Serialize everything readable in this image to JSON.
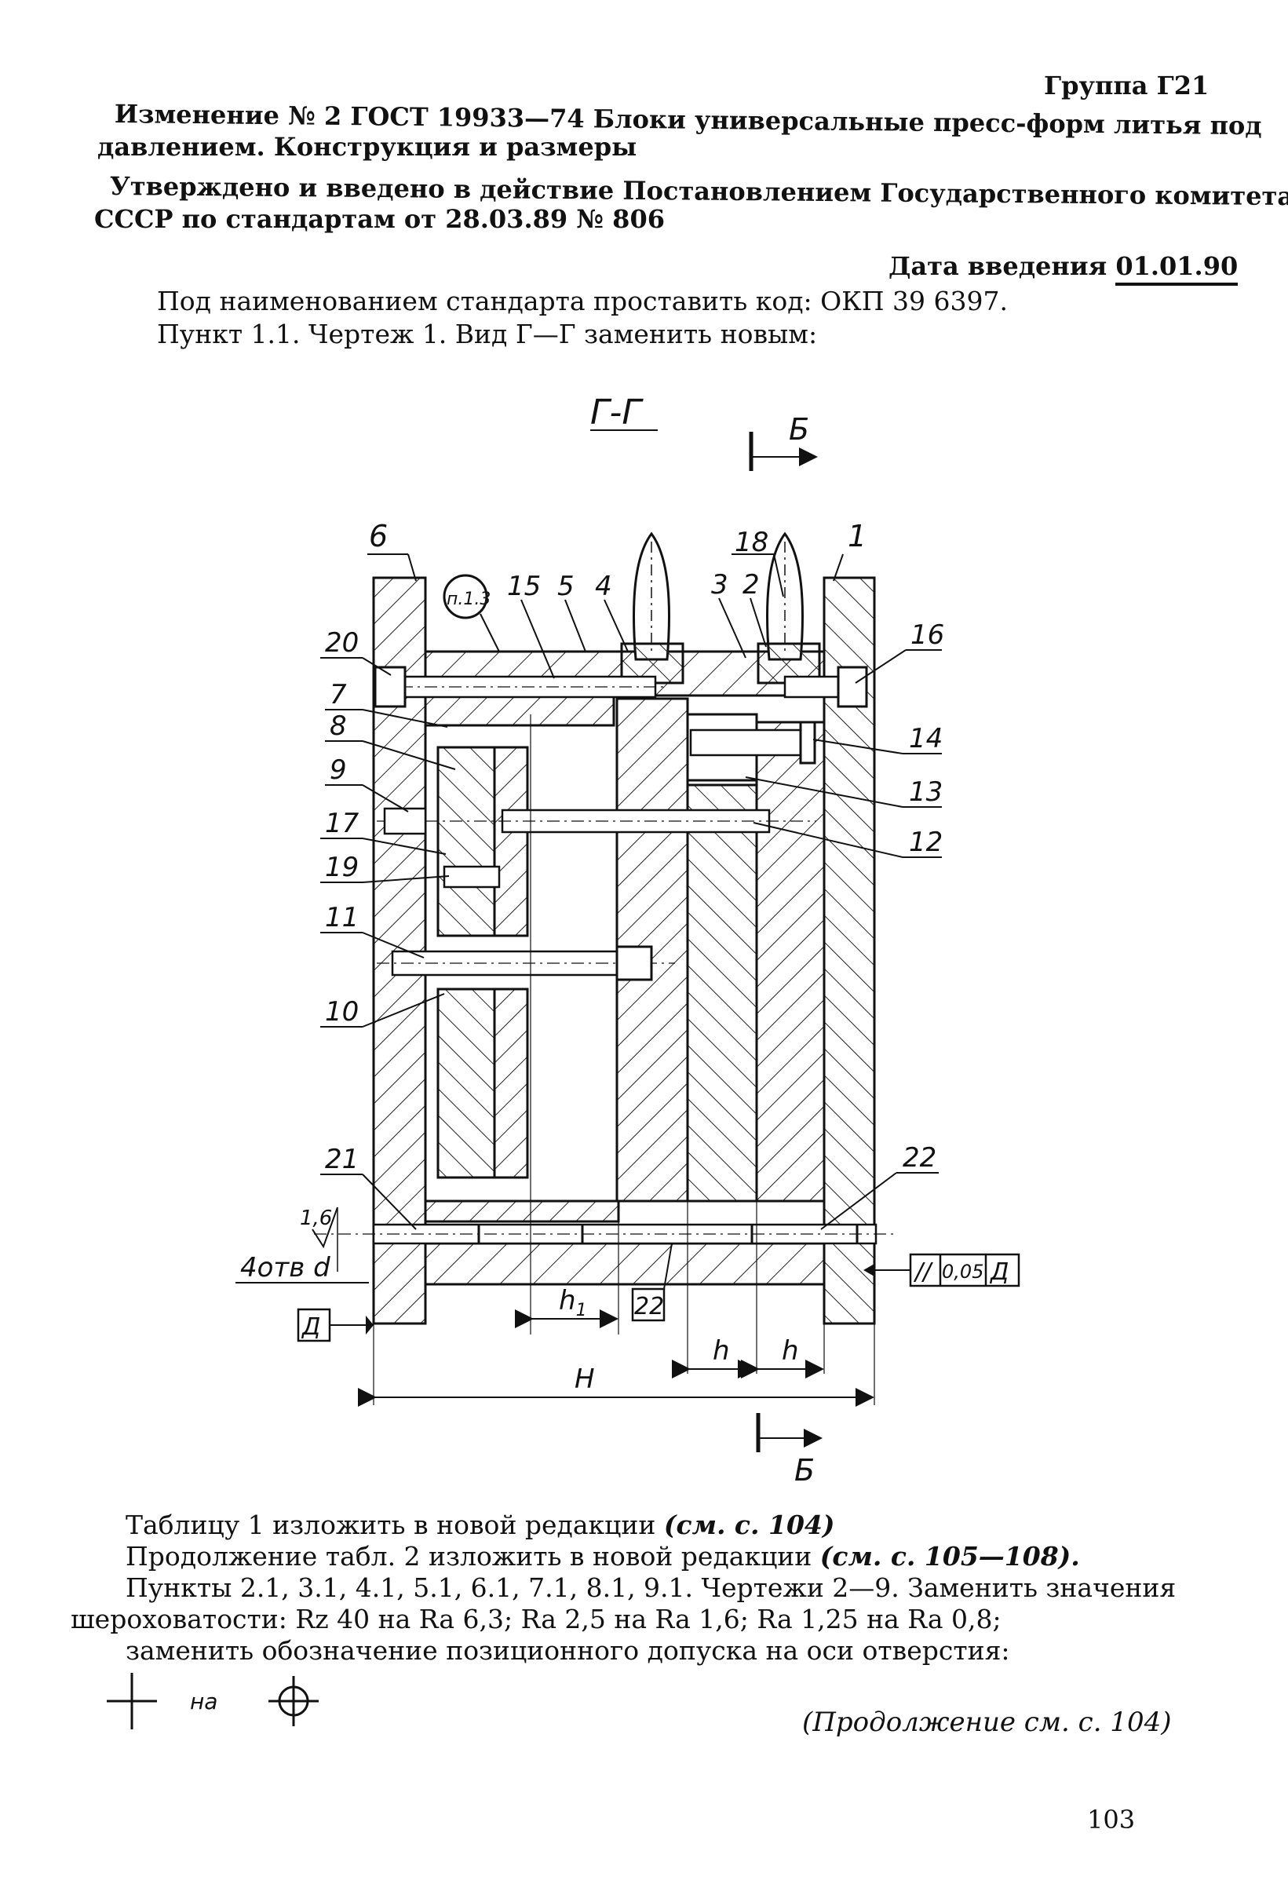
{
  "header": {
    "group": "Группа Г21",
    "title_line1": "Изменение № 2 ГОСТ 19933—74 Блоки универсальные пресс-форм литья под",
    "title_line2": "давлением. Конструкция и размеры",
    "approved_line1": "Утверждено и введено в действие Постановлением Государственного комитета",
    "approved_line2": "СССР по стандартам от 28.03.89 № 806",
    "date_label": "Дата введения",
    "date_value": "01.01.90"
  },
  "intro": {
    "line1": "Под наименованием стандарта проставить код: ОКП 39 6397.",
    "line2": "Пункт 1.1. Чертеж 1. Вид Г—Г заменить новым:"
  },
  "drawing": {
    "section_label": "Г-Г",
    "cut_label": "Б",
    "callout": "п.1.3",
    "parts": [
      "1",
      "2",
      "3",
      "4",
      "5",
      "6",
      "7",
      "8",
      "9",
      "10",
      "11",
      "12",
      "13",
      "14",
      "15",
      "16",
      "17",
      "18",
      "19",
      "20",
      "21",
      "22"
    ],
    "dims": {
      "H": "H",
      "h": "h",
      "h1": "h",
      "h1_sub": "1"
    },
    "roughness": "1,6",
    "holes_note": "4отв d",
    "datum": "Д",
    "tolerance_symbol": "//",
    "tolerance_value": "0,05",
    "tolerance_datum": "Д"
  },
  "body": {
    "p1a": "Таблицу 1 изложить в новой редакции ",
    "p1b": "(см. с. 104)",
    "p2a": "Продолжение табл. 2 изложить в новой редакции ",
    "p2b": "(см. с. 105—108).",
    "p3a": "Пункты 2.1, 3.1, 4.1, 5.1, 6.1, 7.1, 8.1, 9.1. Чертежи 2—9. Заменить значения",
    "p3b": "шероховатости: Rz 40 на Ra 6,3; Ra 2,5 на Ra 1,6; Ra 1,25 на Ra 0,8;",
    "p3c": "заменить обозначение позиционного допуска на оси отверстия:",
    "symbol_word": "на"
  },
  "footer": {
    "continuation": "(Продолжение см. с. 104)",
    "page_number": "103"
  }
}
